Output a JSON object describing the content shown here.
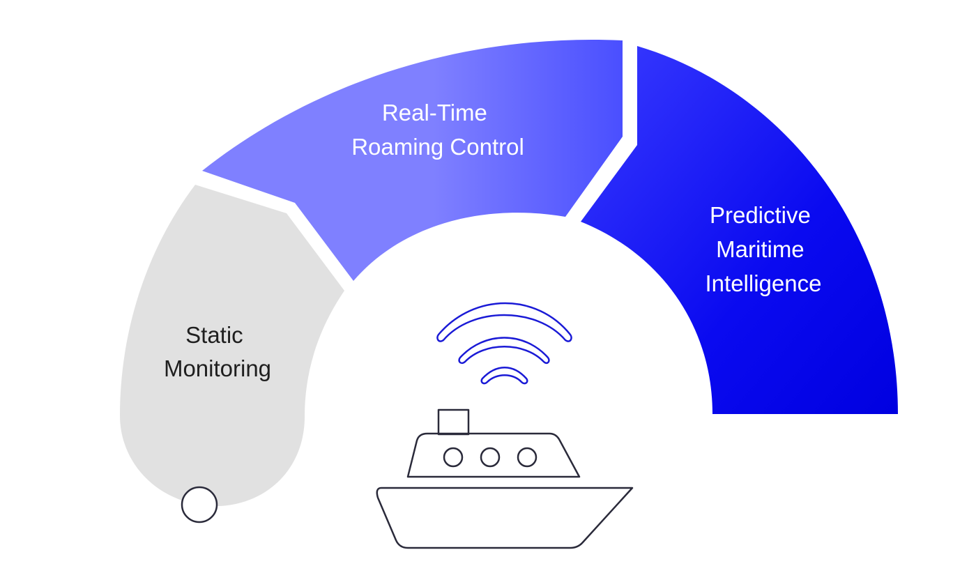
{
  "diagram": {
    "segments": [
      {
        "id": "static-monitoring",
        "line1": "Static",
        "line2": "Monitoring",
        "fill": "#e1e1e1",
        "text_color": "#1f1f1f"
      },
      {
        "id": "real-time-roaming-control",
        "line1": "Real-Time",
        "line2": "Roaming Control",
        "gradient_start": "#7f80ff",
        "gradient_end": "#4a4fff",
        "text_color": "#ffffff"
      },
      {
        "id": "predictive-maritime-intelligence",
        "line1": "Predictive",
        "line2": "Maritime",
        "line3": "Intelligence",
        "gradient_start": "#3a3cff",
        "gradient_end": "#0000e0",
        "text_color": "#ffffff"
      }
    ],
    "icons": {
      "wifi": "wifi-signal-icon",
      "ship": "ship-icon",
      "marker": "start-marker-icon"
    },
    "colors": {
      "wifi_stroke": "#1a1ad6",
      "ship_stroke": "#2a2a3a",
      "background": "#ffffff"
    }
  }
}
